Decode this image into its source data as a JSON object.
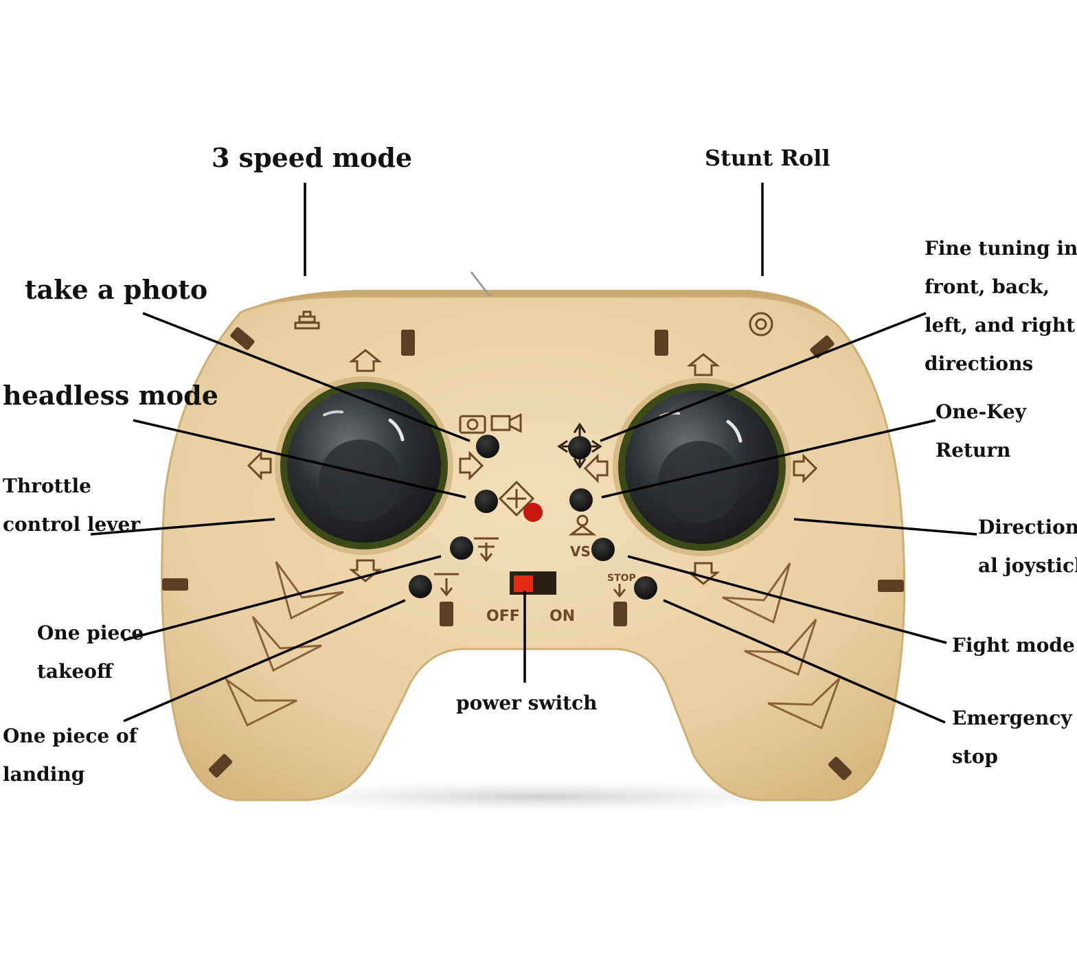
{
  "labels": {
    "speed_mode": "3 speed mode",
    "stunt_roll": "Stunt Roll",
    "take_photo": "take a photo",
    "headless_mode": "headless mode",
    "throttle": [
      "Throttle",
      "control lever"
    ],
    "fine_tuning": [
      "Fine tuning in",
      "front, back,",
      "left, and right",
      "directions"
    ],
    "one_key_return": [
      "One-Key",
      "Return"
    ],
    "directional_joystick": [
      "Direction",
      "al joystick"
    ],
    "one_piece_takeoff": [
      "One piece",
      "takeoff"
    ],
    "one_piece_landing": [
      "One piece of",
      "landing"
    ],
    "power_switch": "power switch",
    "fight_mode": "Fight mode",
    "emergency_stop": [
      "Emergency",
      "stop"
    ]
  },
  "controller": {
    "switch_off": "OFF",
    "switch_on": "ON",
    "vs_label": "VS",
    "stop_label": "STOP"
  },
  "colors": {
    "wood": "#e8cfa2",
    "wood_edge": "#d9bb86",
    "engraving": "#6b4a25",
    "button": "#151515",
    "joystick_ring": "#404a1a",
    "switch_red": "#e52b14",
    "led": "#c8190f"
  }
}
